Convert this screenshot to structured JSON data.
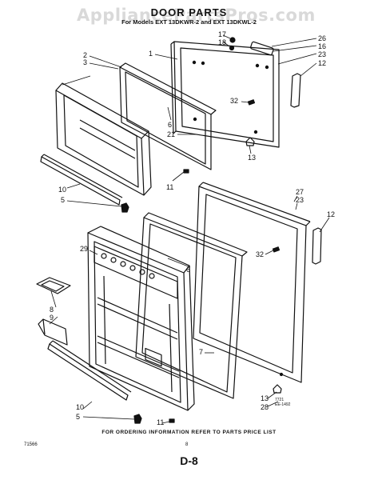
{
  "watermark": "AppliancePartsPros.com",
  "title": "DOOR PARTS",
  "subtitle": "For Models EXT 13DKWR-2 and EXT 13DKWL-2",
  "callouts": {
    "c17": "17",
    "c18": "18",
    "c26": "26",
    "c16": "16",
    "c23a": "23",
    "c12a": "12",
    "c1": "1",
    "c2": "2",
    "c3": "3",
    "c32a": "32",
    "c6a": "6",
    "c21": "21",
    "c13a": "13",
    "c11a": "11",
    "c10a": "10",
    "c5a": "5",
    "c27": "27",
    "c23b": "23",
    "c12b": "12",
    "c29": "29",
    "c6b": "6",
    "c32b": "32",
    "c8": "8",
    "c9": "9",
    "c7": "7",
    "c13b": "13",
    "c28": "28",
    "c10b": "10",
    "c5b": "5",
    "c11b": "11"
  },
  "stamp_lines": [
    "7721",
    "EE-1492"
  ],
  "footer_note": "FOR ORDERING INFORMATION REFER TO PARTS PRICE LIST",
  "doc_code": "71566",
  "small_number": "8",
  "page_label": "D-8"
}
